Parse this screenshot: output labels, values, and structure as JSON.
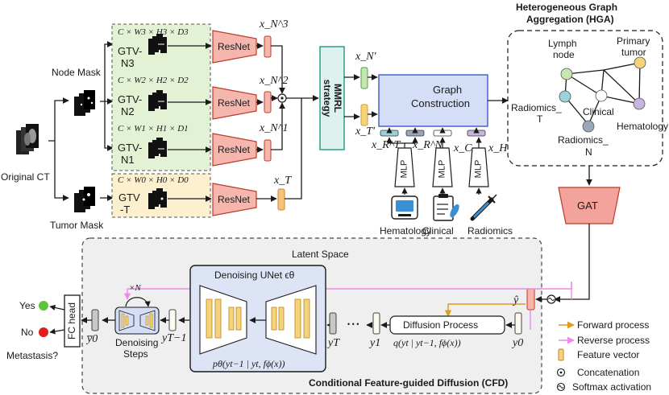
{
  "hga": {
    "title_line1": "Heterogeneous Graph",
    "title_line2": "Aggregation (HGA)",
    "nodes": {
      "lymph_line1": "Lymph",
      "lymph_line2": "node",
      "primary_line1": "Primary",
      "primary_line2": "tumor",
      "radiomics_t_line1": "Radiomics_",
      "radiomics_t_line2": "T",
      "clinical": "Clinical",
      "hematology": "Hematology",
      "radiomics_n_line1": "Radiomics_",
      "radiomics_n_line2": "N"
    }
  },
  "inputs": {
    "original_ct": "Original CT",
    "node_mask": "Node Mask",
    "tumor_mask": "Tumor Mask"
  },
  "branches": {
    "n3": {
      "dims": "C × W3 × H3 × D3",
      "name_line1": "GTV-",
      "name_line2": "N3",
      "encoder": "ResNet",
      "feature": "x_N^3"
    },
    "n2": {
      "dims": "C × W2 × H2 × D2",
      "name_line1": "GTV-",
      "name_line2": "N2",
      "encoder": "ResNet",
      "feature": "x_N^2"
    },
    "n1": {
      "dims": "C × W1 × H1 × D1",
      "name_line1": "GTV-",
      "name_line2": "N1",
      "encoder": "ResNet",
      "feature": "x_N^1"
    },
    "t": {
      "dims": "C × W0 × H0 × D0",
      "name_line1": "GTV",
      "name_line2": "-T",
      "encoder": "ResNet",
      "feature": "x_T"
    }
  },
  "mmrl": {
    "line1": "MMRL",
    "line2": "strategy"
  },
  "graph": {
    "title_line1": "Graph",
    "title_line2": "Construction",
    "x_n_prime": "x_N′",
    "x_t_prime": "x_T′",
    "x_r_t": "x_R^T",
    "x_r_n": "x_R^N",
    "x_c": "x_C",
    "x_h": "x_H",
    "mlp": "MLP"
  },
  "sources": {
    "hematology": "Hematology",
    "clinical": "Clinical",
    "radiomics": "Radiomics"
  },
  "gat": "GAT",
  "cfd": {
    "latent_space": "Latent Space",
    "unet_title": "Denoising UNet ϵθ",
    "unet_formula": "pθ(yt−1 | yt, fϕ(x))",
    "times_n": "×N",
    "denoising_line1": "Denoising",
    "denoising_line2": "Steps",
    "fc_head": "FC head",
    "yes": "Yes",
    "no": "No",
    "question": "Metastasis?",
    "y0_bar": "y̅0",
    "y_t_minus_1": "yT−1",
    "y_t": "yT",
    "y_1": "y1",
    "y_0": "y0",
    "y_hat": "ŷ",
    "dots": "• • •",
    "diffusion_process": "Diffusion Process",
    "diffusion_formula": "q(yt | yt−1, fϕ(x))",
    "caption": "Conditional Feature-guided Diffusion (CFD)"
  },
  "legend": {
    "forward": "Forward process",
    "reverse": "Reverse process",
    "feature": "Feature vector",
    "concat": "Concatenation",
    "softmax": "Softmax activation"
  },
  "colors": {
    "resnet_fill": "#f4b6ad",
    "resnet_stroke": "#c0392b",
    "green_region": "#e3f2d5",
    "yellow_region": "#fdf0cf",
    "mmrl_fill": "#ddf2ee",
    "mmrl_stroke": "#2e9d86",
    "graph_fill": "#d5def7",
    "gat_fill": "#f3a29c",
    "forward": "#e09a1e",
    "reverse": "#ee88ea",
    "unet_fill": "#dce4f5",
    "cfd_fill": "#efefef",
    "feature_fill": "#f6d37a"
  }
}
